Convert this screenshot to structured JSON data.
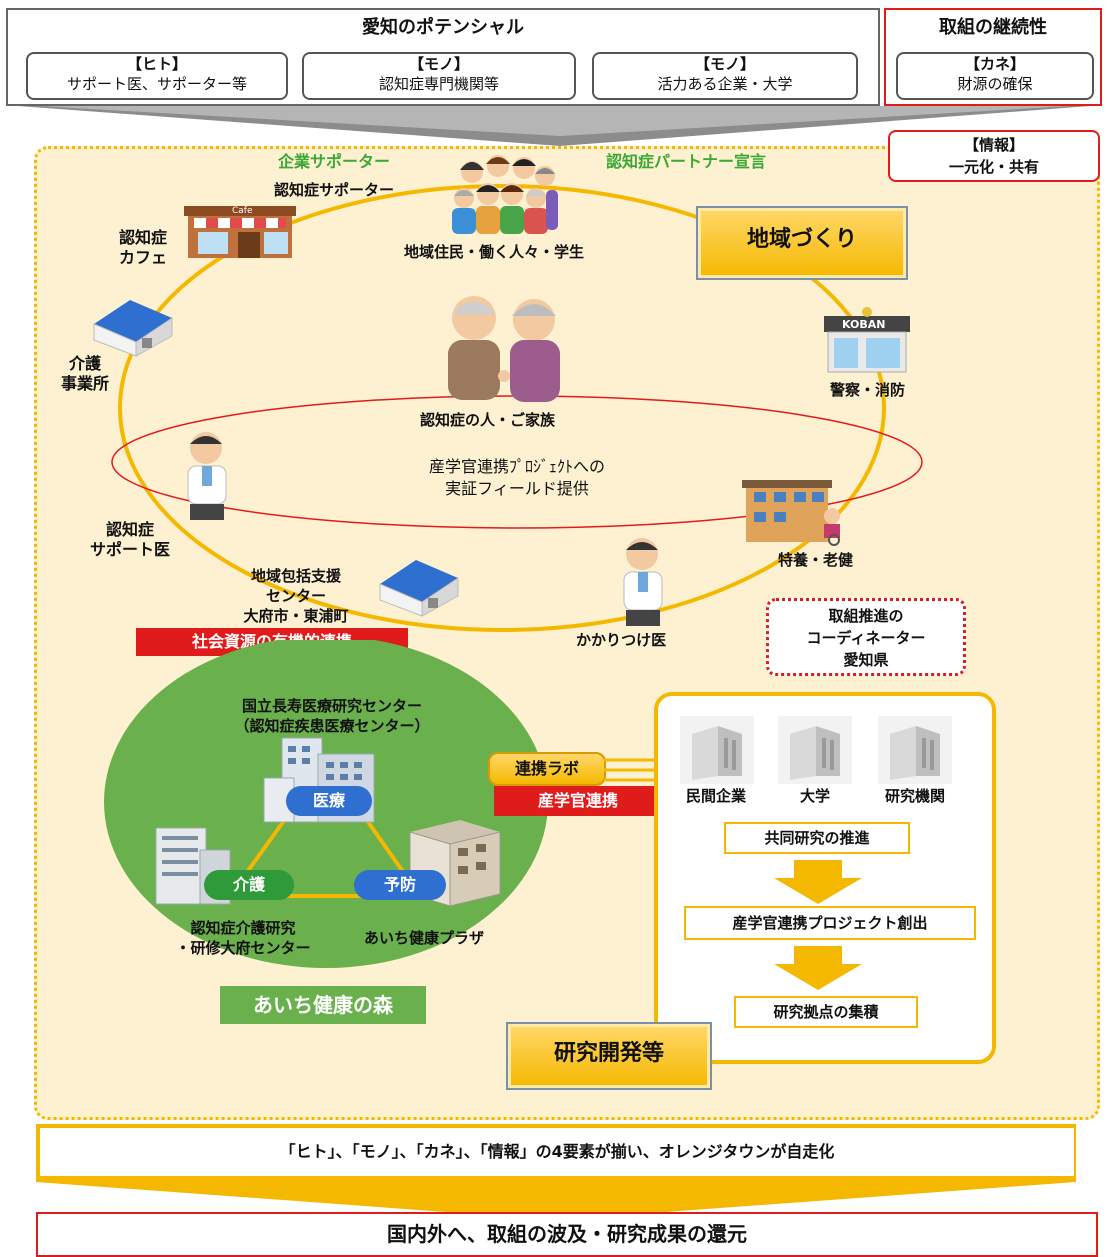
{
  "header": {
    "potential_title": "愛知のポテンシャル",
    "continuity_title": "取組の継続性",
    "items": [
      {
        "line1": "【ヒト】",
        "line2": "サポート医、サポーター等"
      },
      {
        "line1": "【モノ】",
        "line2": "認知症専門機関等"
      },
      {
        "line1": "【モノ】",
        "line2": "活力ある企業・大学"
      },
      {
        "line1": "【カネ】",
        "line2": "財源の確保"
      }
    ],
    "info": {
      "line1": "【情報】",
      "line2": "一元化・共有"
    }
  },
  "community": {
    "company_supporter": "企業サポーター",
    "partner_declaration": "認知症パートナー宣言",
    "dementia_supporter": "認知症サポーター",
    "residents": "地域住民・働く人々・学生",
    "chiiki_zukuri": "地域づくり",
    "cafe": {
      "line1": "認知症",
      "line2": "カフェ",
      "sign": "Cafe"
    },
    "care_office": {
      "line1": "介護",
      "line2": "事業所"
    },
    "koban_sign": "KOBAN",
    "police_fire": "警察・消防",
    "persons_family": "認知症の人・ご家族",
    "field": {
      "line1": "産学官連携ﾌﾟﾛｼﾞｪｸﾄへの",
      "line2": "実証フィールド提供"
    },
    "support_doctor": {
      "line1": "認知症",
      "line2": "サポート医"
    },
    "nursing": "特養・老健",
    "center": {
      "line1": "地域包括支援",
      "line2": "センター",
      "line3": "大府市・東浦町"
    },
    "family_doctor": "かかりつけ医",
    "social_resources": "社会資源の有機的連携",
    "coordinator": {
      "line1": "取組推進の",
      "line2": "コーディネーター",
      "line3": "愛知県"
    }
  },
  "forest": {
    "ncgg_line1": "国立長寿医療研究センター",
    "ncgg_line2": "（認知症疾患医療センター）",
    "medical": "医療",
    "care": "介護",
    "prevention": "予防",
    "care_center_line1": "認知症介護研究",
    "care_center_line2": "・研修大府センター",
    "plaza": "あいち健康プラザ",
    "name": "あいち健康の森"
  },
  "rd": {
    "lab": "連携ラボ",
    "collab": "産学官連携",
    "orgs": [
      "民間企業",
      "大学",
      "研究機関"
    ],
    "steps": [
      "共同研究の推進",
      "産学官連携プロジェクト創出",
      "研究拠点の集積"
    ],
    "title": "研究開発等"
  },
  "footer": {
    "summary": "「ヒト」、「モノ」、「カネ」、「情報」の4要素が揃い、オレンジタウンが自走化",
    "result": "国内外へ、取組の波及・研究成果の還元"
  },
  "colors": {
    "panel_bg": "#fdf1d2",
    "ring": "#f5b800",
    "red": "#e01b1b",
    "green": "#5aa536",
    "gold": "#f5b800"
  }
}
